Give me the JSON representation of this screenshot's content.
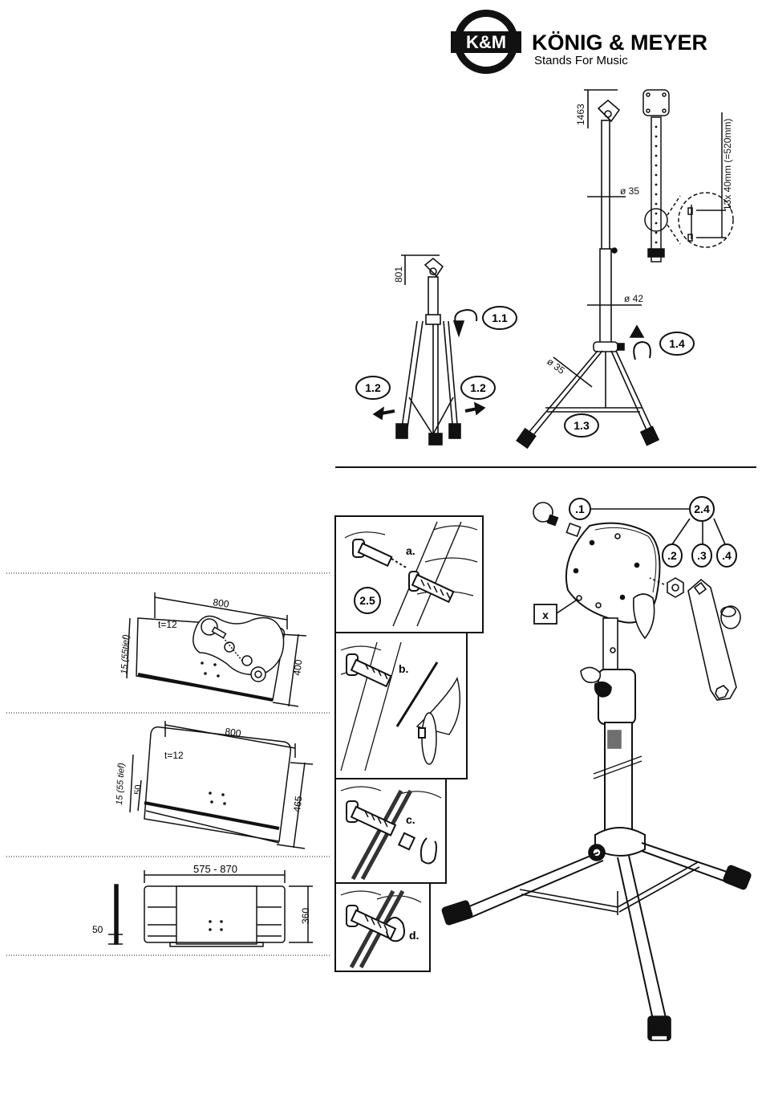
{
  "brand": {
    "abbr": "K&M",
    "name": "KÖNIG & MEYER",
    "tagline": "Stands For Music"
  },
  "figure1": {
    "left_stand": {
      "height_label": "801",
      "steps": [
        "1.1",
        "1.2",
        "1.2"
      ]
    },
    "right_stand": {
      "height_label": "1463",
      "diam_top": "ø 35",
      "diam_bottom": "ø 42",
      "diam_leg": "ø 35",
      "steps": [
        "1.4",
        "1.3"
      ]
    },
    "detail_label": "13x 40mm (=520mm)"
  },
  "figure2": {
    "steps": [
      "a.",
      "b.",
      "c.",
      "d."
    ],
    "step_25": "2.5",
    "step_24": "2.4",
    "parts": [
      ".1",
      ".2",
      ".3",
      ".4"
    ],
    "x_label": "x"
  },
  "boards": [
    {
      "width": "800",
      "height": "400",
      "thickness": "t=12",
      "depth": "15 (55tief)"
    },
    {
      "width": "800",
      "height": "465",
      "thickness": "t=12",
      "depth": "15 (55 tief)",
      "ledge": "50"
    },
    {
      "width": "575 - 870",
      "height": "360",
      "ledge": "50"
    }
  ]
}
